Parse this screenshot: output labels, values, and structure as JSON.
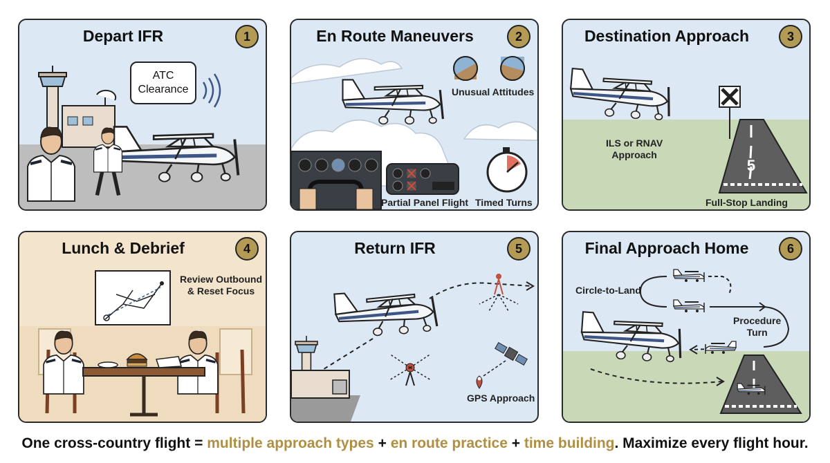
{
  "panels": [
    {
      "number": "1",
      "title": "Depart IFR",
      "labels": {
        "bubble_line1": "ATC",
        "bubble_line2": "Clearance"
      }
    },
    {
      "number": "2",
      "title": "En Route Maneuvers",
      "labels": {
        "unusual": "Unusual Attitudes",
        "partial": "Partial Panel Flight",
        "timed": "Timed Turns"
      }
    },
    {
      "number": "3",
      "title": "Destination Approach",
      "labels": {
        "ils_line1": "ILS or RNAV",
        "ils_line2": "Approach",
        "landing": "Full-Stop Landing",
        "runway_number": "5"
      }
    },
    {
      "number": "4",
      "title": "Lunch & Debrief",
      "labels": {
        "review_line1": "Review Outbound",
        "review_line2": "& Reset Focus"
      }
    },
    {
      "number": "5",
      "title": "Return IFR",
      "labels": {
        "gps": "GPS Approach"
      }
    },
    {
      "number": "6",
      "title": "Final Approach Home",
      "labels": {
        "circle": "Circle-to-Land",
        "proc_line1": "Procedure",
        "proc_line2": "Turn"
      }
    }
  ],
  "footer": {
    "part1": "One cross-country flight = ",
    "hl1": "multiple approach types",
    "part2": " + ",
    "hl2": "en route practice",
    "part3": " + ",
    "hl3": "time building",
    "part4": ". Maximize every flight hour."
  },
  "colors": {
    "badge": "#b39a55",
    "highlight": "#b08f43",
    "sky": "#dce8f3",
    "grass": "#c9d9b7",
    "tarmac": "#9a9a9a",
    "wood": "#f3e5cd"
  }
}
